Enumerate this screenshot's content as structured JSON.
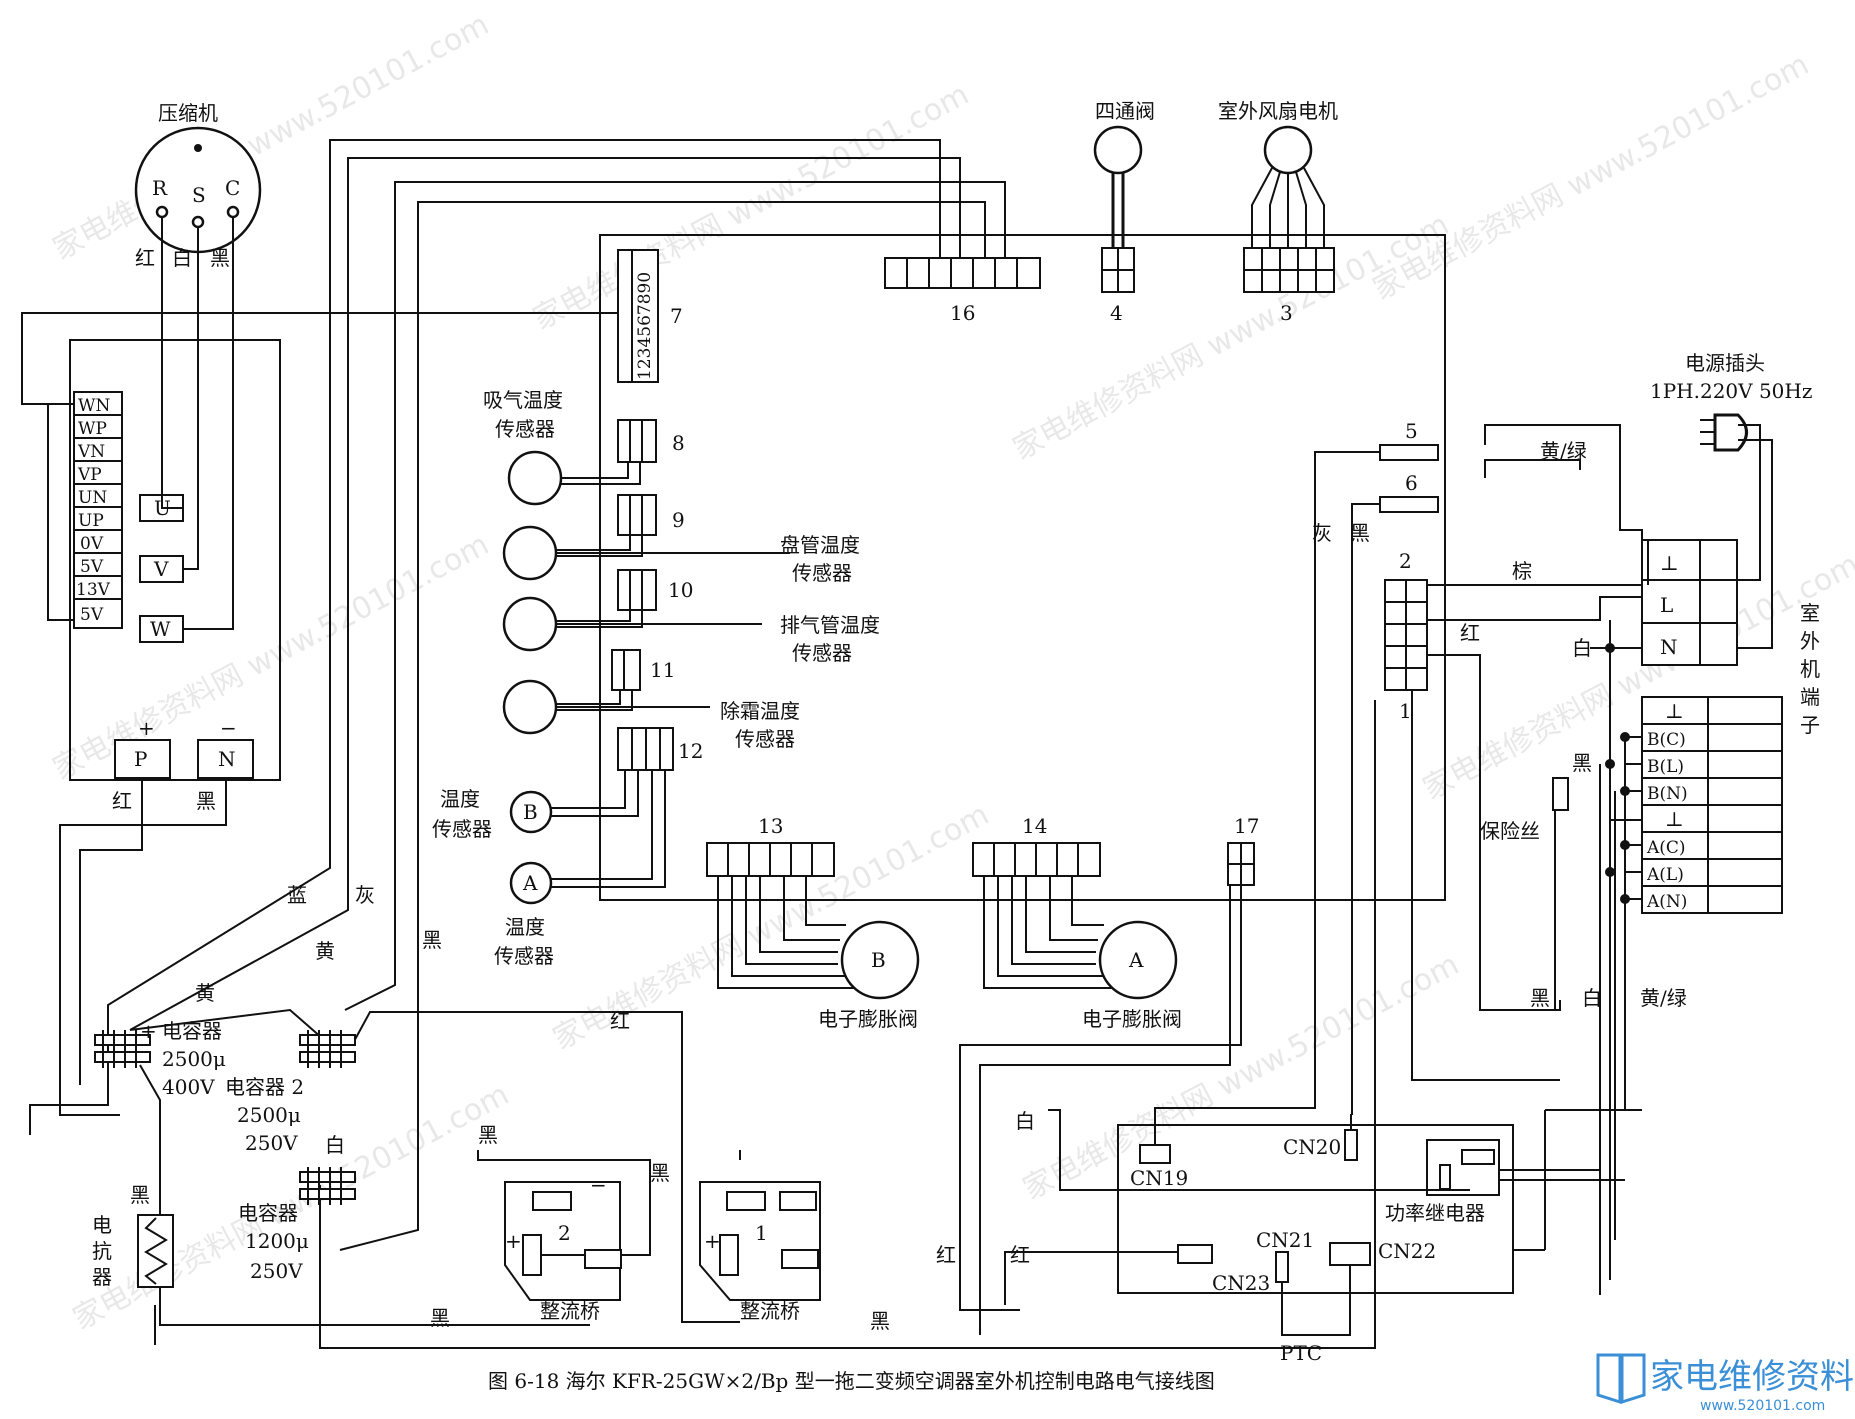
{
  "labels": {
    "compressor": "压缩机",
    "four_way_valve": "四通阀",
    "outdoor_fan_motor": "室外风扇电机",
    "power_plug": "电源插头",
    "power_spec": "1PH.220V  50Hz",
    "suction_sensor": [
      "吸气温度",
      "传感器"
    ],
    "coil_sensor": [
      "盘管温度",
      "传感器"
    ],
    "exhaust_sensor": [
      "排气管温度",
      "传感器"
    ],
    "defrost_sensor": [
      "除霜温度",
      "传感器"
    ],
    "temp_sensor_b": [
      "温度",
      "传感器"
    ],
    "temp_sensor_a": [
      "温度",
      "传感器"
    ],
    "exv_b": "电子膨胀阀",
    "exv_a": "电子膨胀阀",
    "outdoor_terminal": [
      "室",
      "外",
      "机",
      "端",
      "子"
    ],
    "cap1": [
      "电容器",
      "2500μ",
      "400V"
    ],
    "cap2": [
      "电容器 2",
      "2500μ",
      "250V"
    ],
    "cap3": [
      "电容器",
      "1200μ",
      "250V"
    ],
    "reactor": [
      "电",
      "抗",
      "器"
    ],
    "rectifier1": "整流桥",
    "rectifier2": "整流桥",
    "power_relay": "功率继电器",
    "fuse": "保险丝",
    "ptc": "PTC",
    "caption": "图 6-18   海尔 KFR-25GW×2/Bp 型一拖二变频空调器室外机控制电路电气接线图"
  },
  "compressor_pins": [
    "R",
    "S",
    "C"
  ],
  "compressor_wire_colors": [
    "红",
    "白",
    "黑"
  ],
  "module_pins": [
    "WN",
    "WP",
    "VN",
    "VP",
    "UN",
    "UP",
    "0V",
    "5V",
    "13V",
    "5V"
  ],
  "module_outputs": [
    "U",
    "V",
    "W"
  ],
  "module_dc": {
    "plus": "+",
    "minus": "−",
    "p": "P",
    "n": "N",
    "p_wire": "红",
    "n_wire": "黑"
  },
  "connector_numbers": [
    "16",
    "4",
    "3",
    "7",
    "8",
    "9",
    "10",
    "11",
    "12",
    "13",
    "14",
    "17",
    "5",
    "6",
    "2",
    "1"
  ],
  "connector7_digits": "1234567890",
  "terminal_rows": [
    "⊥",
    "L",
    "N",
    "⊥",
    "B(C)",
    "B(L)",
    "B(N)",
    "⊥",
    "A(C)",
    "A(L)",
    "A(N)"
  ],
  "sensor_letters": {
    "b": "B",
    "a": "A"
  },
  "wire_labels": {
    "yellow_green_top": "黄/绿",
    "gray": "灰",
    "black_cn": "黑",
    "brown": "棕",
    "red_cn2": "红",
    "white_term": "白",
    "black_term": "黑",
    "blue": "蓝",
    "gray2": "灰",
    "black2": "黑",
    "yellow": "黄",
    "yellow2": "黄",
    "red_mid": "红",
    "white_mid": "白",
    "black_bot": "黑",
    "black_r": "黑",
    "white_r": "白",
    "yg_r": "黄/绿",
    "black_rect2": "黑",
    "black_rect1": "黑",
    "black_react": "黑",
    "black_bl": "黑",
    "black_bm": "黑",
    "red_b1": "红",
    "red_b2": "红",
    "white_cap": "白",
    "plus1": "+",
    "plus2": "+",
    "minus1": "−",
    "minus2": "−"
  },
  "relay_board": {
    "cn19": "CN19",
    "cn20": "CN20",
    "cn21": "CN21",
    "cn22": "CN22",
    "cn23": "CN23",
    "r1": "1",
    "r2": "2"
  },
  "watermark": "家电维修资料网   www.520101.com",
  "logo": {
    "text": "家电维修资料网",
    "url": "www.520101.com"
  }
}
